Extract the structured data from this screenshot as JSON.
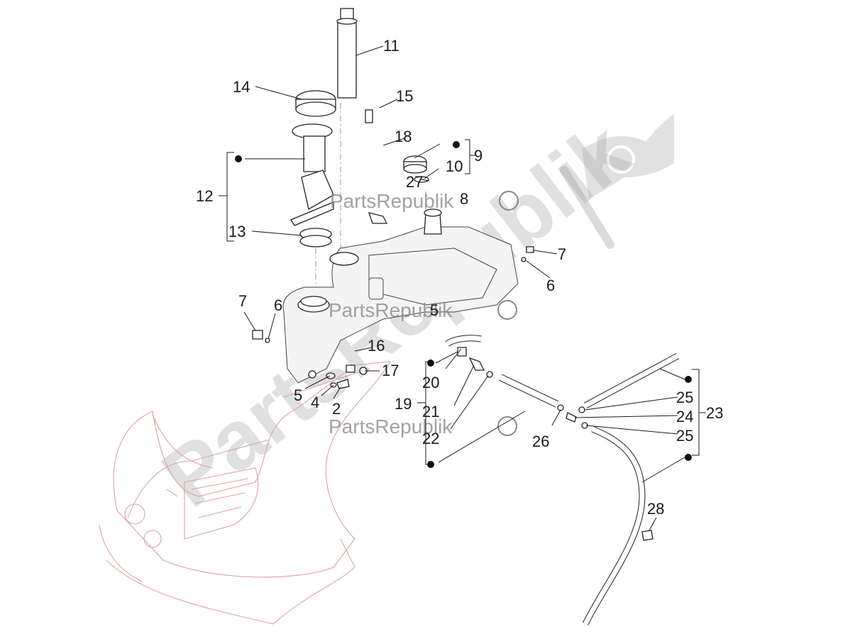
{
  "watermark": {
    "large_text": "PartsRepublik",
    "small_text": "PartsRepublik"
  },
  "callouts": {
    "c2": "2",
    "c4": "4",
    "c5a": "5",
    "c5b": "5",
    "c6a": "6",
    "c6b": "6",
    "c7a": "7",
    "c7b": "7",
    "c8": "8",
    "c9": "9",
    "c10": "10",
    "c11": "11",
    "c12": "12",
    "c13": "13",
    "c14": "14",
    "c15": "15",
    "c16": "16",
    "c17": "17",
    "c18": "18",
    "c19": "19",
    "c20": "20",
    "c21": "21",
    "c22": "22",
    "c23": "23",
    "c24": "24",
    "c25a": "25",
    "c25b": "25",
    "c26": "26",
    "c27": "27",
    "c28": "28"
  },
  "colors": {
    "frame": "#d9a3a3",
    "ink": "#1a1a1a",
    "watermark": "#c8c8c8"
  }
}
